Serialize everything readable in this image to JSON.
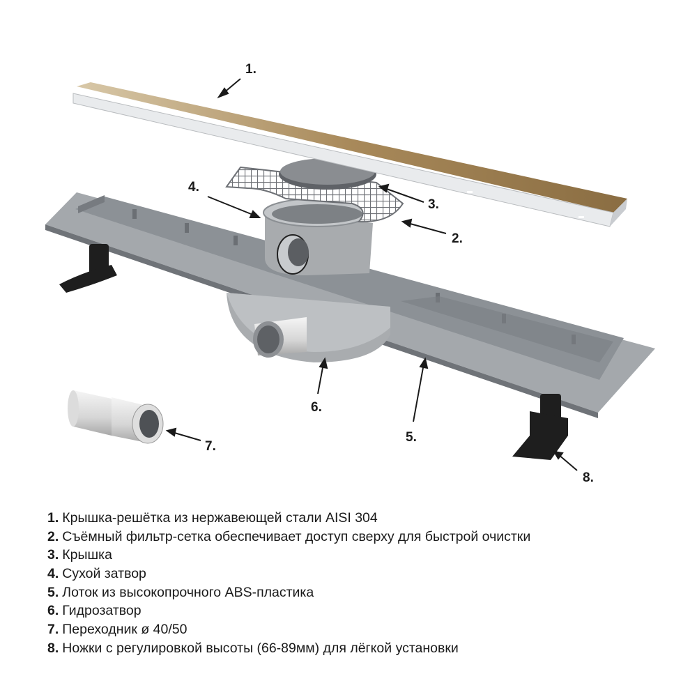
{
  "callouts": [
    "1.",
    "2.",
    "3.",
    "4.",
    "5.",
    "6.",
    "7.",
    "8."
  ],
  "legend": [
    {
      "num": "1.",
      "text": "Крышка-решётка из нержавеющей стали AISI 304"
    },
    {
      "num": "2.",
      "text": "Съёмный фильтр-сетка обеспечивает доступ сверху для быстрой очистки"
    },
    {
      "num": "3.",
      "text": "Крышка"
    },
    {
      "num": "4.",
      "text": "Сухой затвор"
    },
    {
      "num": "5.",
      "text": "Лоток из высокопрочного ABS-пластика"
    },
    {
      "num": "6.",
      "text": "Гидрозатвор"
    },
    {
      "num": "7.",
      "text": "Переходник  ø 40/50"
    },
    {
      "num": "8.",
      "text": "Ножки с регулировкой высоты (66-89мм) для лёгкой установки"
    }
  ],
  "colors": {
    "grate": "#b59a6e",
    "steel": "#e6e8ea",
    "tray": "#9a9ea2",
    "tray_dark": "#80858a",
    "legs": "#1e1e1e",
    "adapter": "#e8e8e8"
  }
}
